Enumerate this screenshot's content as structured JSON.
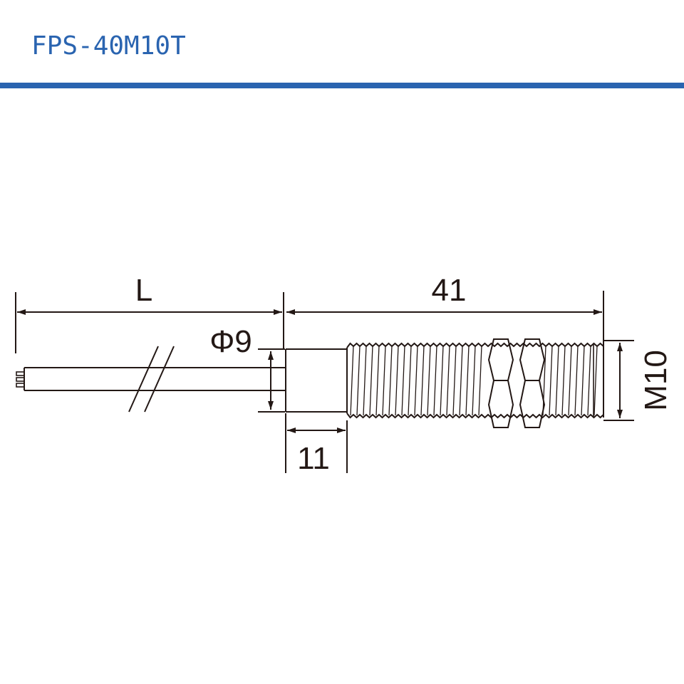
{
  "header": {
    "title": "FPS-40M10T"
  },
  "drawing": {
    "dimensions": {
      "cable_length": "L",
      "sensor_length": "41",
      "cable_diameter": "Φ9",
      "smooth_section_length": "11",
      "thread_size": "M10"
    }
  },
  "colors": {
    "accent": "#2a64b0",
    "line": "#231815",
    "background": "#ffffff"
  }
}
